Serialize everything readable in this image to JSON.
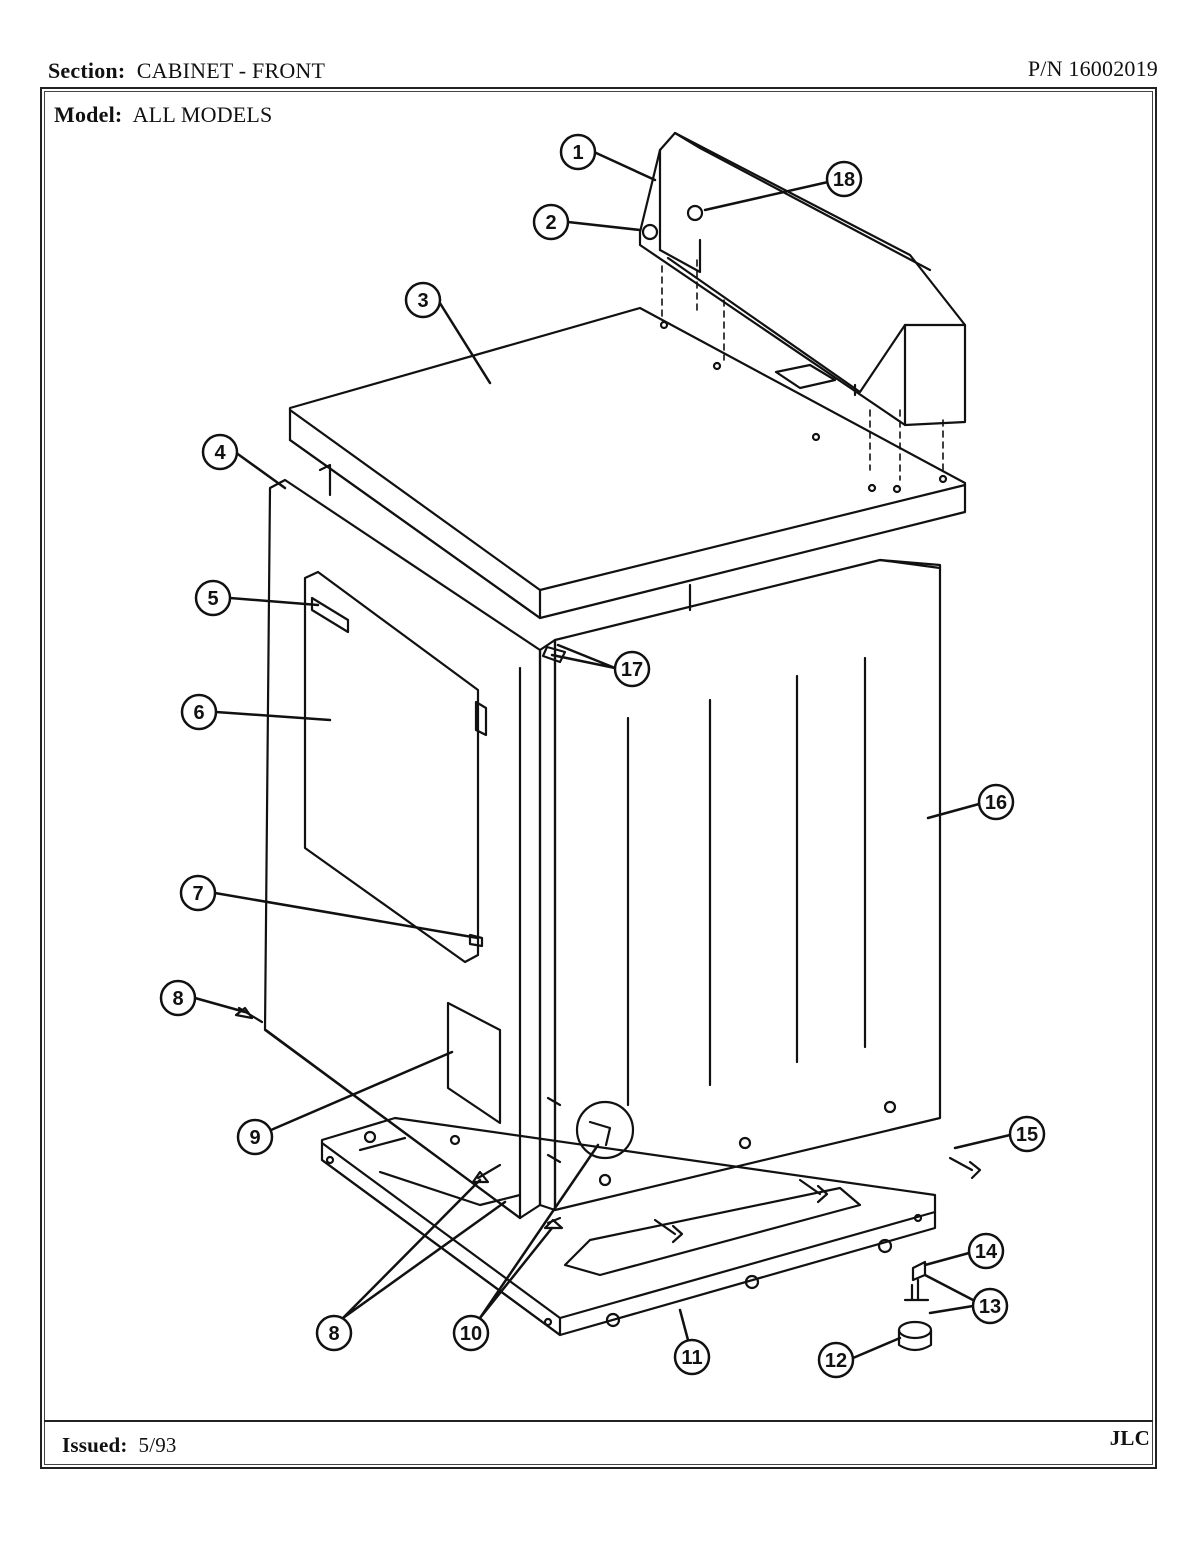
{
  "header": {
    "section_label": "Section:",
    "section_value": "CABINET - FRONT",
    "part_number": "P/N 16002019",
    "model_label": "Model:",
    "model_value": "ALL MODELS"
  },
  "footer": {
    "issued_label": "Issued:",
    "issued_value": "5/93",
    "code": "JLC"
  },
  "callouts": [
    {
      "id": "callout-1",
      "label": "1"
    },
    {
      "id": "callout-2",
      "label": "2"
    },
    {
      "id": "callout-3",
      "label": "3"
    },
    {
      "id": "callout-4",
      "label": "4"
    },
    {
      "id": "callout-5",
      "label": "5"
    },
    {
      "id": "callout-6",
      "label": "6"
    },
    {
      "id": "callout-7",
      "label": "7"
    },
    {
      "id": "callout-8a",
      "label": "8"
    },
    {
      "id": "callout-8b",
      "label": "8"
    },
    {
      "id": "callout-9",
      "label": "9"
    },
    {
      "id": "callout-10",
      "label": "10"
    },
    {
      "id": "callout-11",
      "label": "11"
    },
    {
      "id": "callout-12",
      "label": "12"
    },
    {
      "id": "callout-13",
      "label": "13"
    },
    {
      "id": "callout-14",
      "label": "14"
    },
    {
      "id": "callout-15",
      "label": "15"
    },
    {
      "id": "callout-16",
      "label": "16"
    },
    {
      "id": "callout-17",
      "label": "17"
    },
    {
      "id": "callout-18",
      "label": "18"
    }
  ]
}
